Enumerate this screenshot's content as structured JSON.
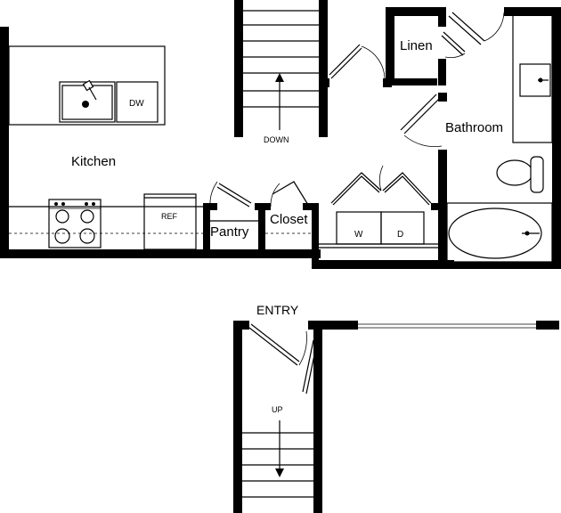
{
  "labels": {
    "kitchen": "Kitchen",
    "dw": "DW",
    "ref": "REF",
    "pantry": "Pantry",
    "closet": "Closet",
    "washer": "W",
    "dryer": "D",
    "linen": "Linen",
    "bathroom": "Bathroom",
    "down": "DOWN",
    "entry": "ENTRY",
    "up": "UP"
  }
}
